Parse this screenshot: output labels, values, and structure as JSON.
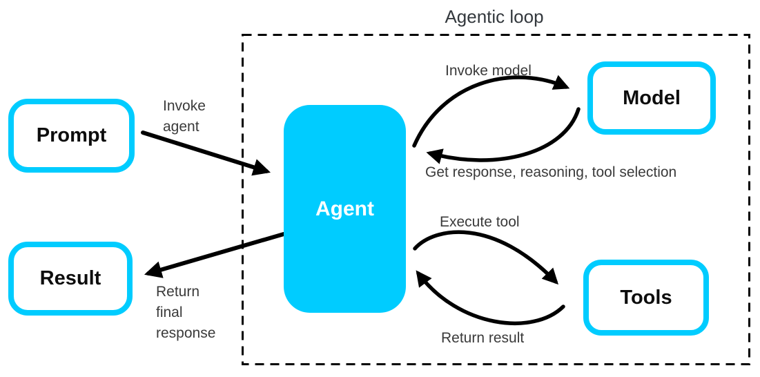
{
  "title": "Agentic loop",
  "colors": {
    "accent": "#00CCFF",
    "arrow": "#000000",
    "edge_label_text": "#3A3A3A",
    "node_label_text": "#0D0D0D",
    "agent_label_text": "#FFFFFF",
    "background": "#FFFFFF"
  },
  "nodes": {
    "prompt": {
      "label": "Prompt"
    },
    "result": {
      "label": "Result"
    },
    "agent": {
      "label": "Agent"
    },
    "model": {
      "label": "Model"
    },
    "tools": {
      "label": "Tools"
    }
  },
  "edge_labels": {
    "invoke_agent": "Invoke\nagent",
    "return_final_response": "Return\nfinal\nresponse",
    "invoke_model": "Invoke model",
    "get_response": "Get response, reasoning, tool selection",
    "execute_tool": "Execute tool",
    "return_result": "Return result"
  }
}
